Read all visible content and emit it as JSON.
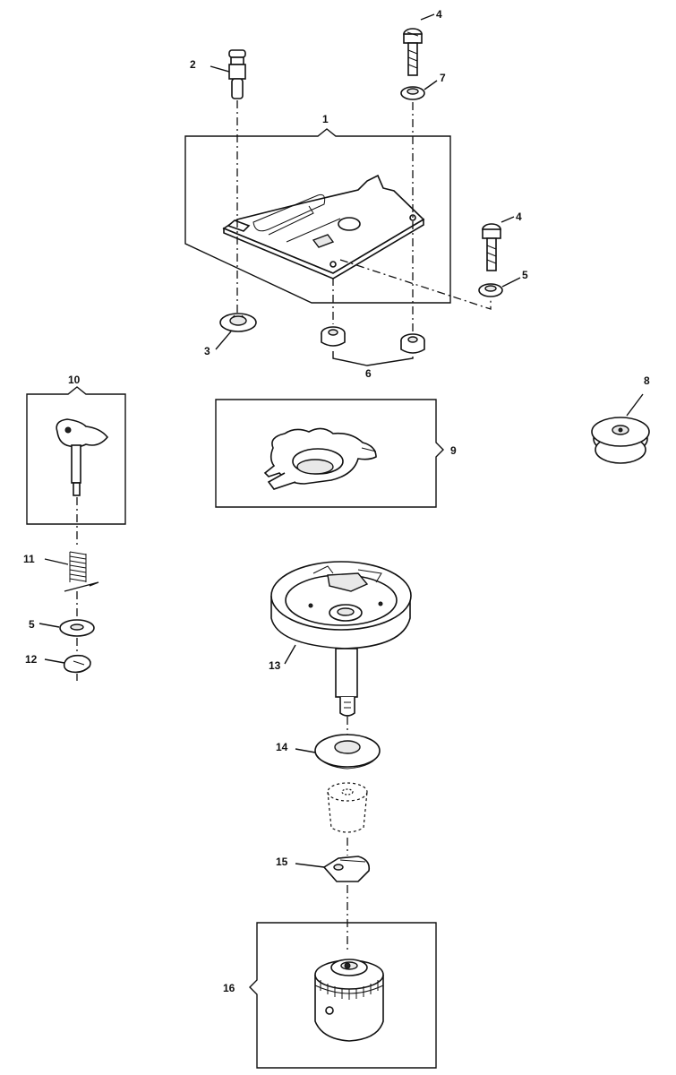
{
  "labels": {
    "l1": "1",
    "l2": "2",
    "l3": "3",
    "l4a": "4",
    "l4b": "4",
    "l5a": "5",
    "l5b": "5",
    "l6": "6",
    "l7": "7",
    "l8": "8",
    "l9": "9",
    "l10": "10",
    "l11": "11",
    "l12": "12",
    "l13": "13",
    "l14": "14",
    "l15": "15",
    "l16": "16"
  }
}
